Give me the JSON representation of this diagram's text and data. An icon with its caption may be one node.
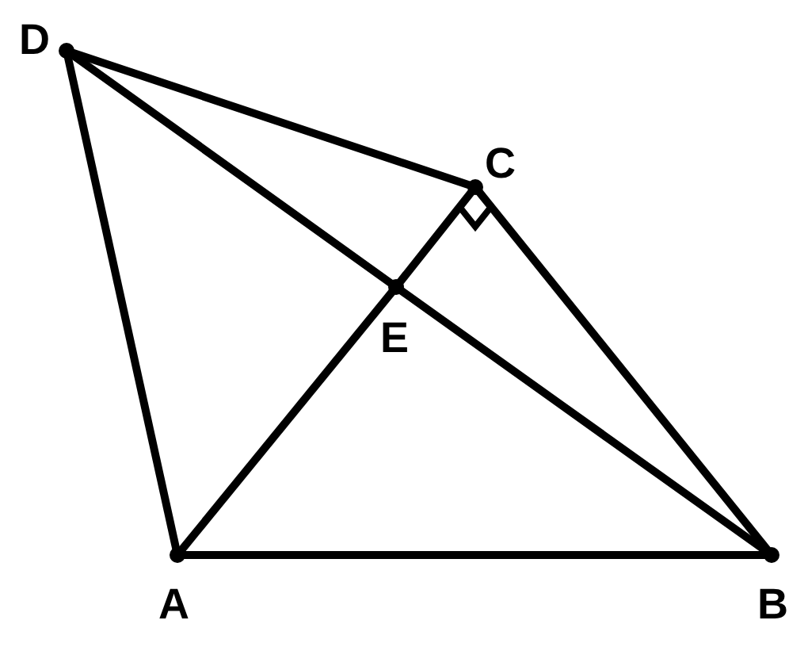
{
  "diagram": {
    "nodes": [
      {
        "text": [
          "D"
        ]
      },
      {
        "text": [
          "C"
        ]
      },
      {
        "text": [
          "E"
        ]
      },
      {
        "text": [
          "A"
        ]
      },
      {
        "text": [
          "B"
        ]
      }
    ],
    "edges": [
      {
        "from": 0,
        "to": 1,
        "arrow": "none"
      },
      {
        "from": 0,
        "to": 3,
        "arrow": "none"
      },
      {
        "from": 0,
        "to": 2,
        "arrow": "none"
      },
      {
        "from": 2,
        "to": 4,
        "arrow": "none"
      },
      {
        "from": 3,
        "to": 2,
        "arrow": "none"
      },
      {
        "from": 2,
        "to": 1,
        "arrow": "none"
      },
      {
        "from": 1,
        "to": 4,
        "arrow": "none"
      },
      {
        "from": 3,
        "to": 4,
        "arrow": "none"
      }
    ]
  }
}
